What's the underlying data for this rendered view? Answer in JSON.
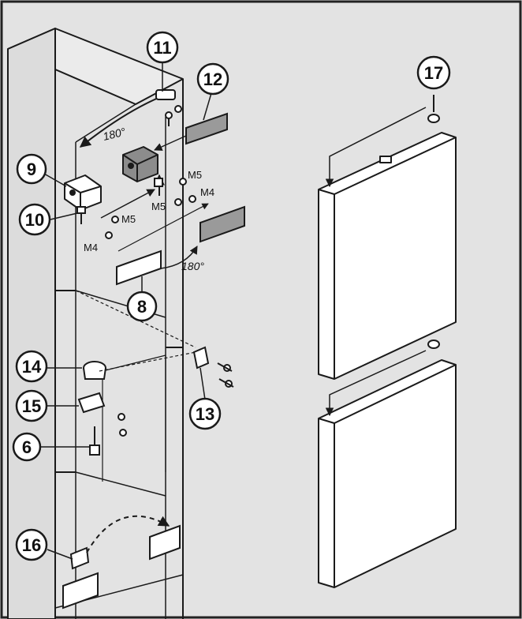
{
  "colors": {
    "background": "#e3e3e3",
    "frame": "#222222",
    "line": "#1a1a1a",
    "door_fill": "#ffffff",
    "part_fill": "#9a9a9a",
    "circle_fill": "#ffffff"
  },
  "callouts": {
    "n6": "6",
    "n8": "8",
    "n9": "9",
    "n10": "10",
    "n11": "11",
    "n12": "12",
    "n13": "13",
    "n14": "14",
    "n15": "15",
    "n16": "16",
    "n17": "17"
  },
  "screw_labels": {
    "m5_upper": "M5",
    "m4_upper": "M4",
    "m5_middle": "M5",
    "m5_left": "M5",
    "m4_left": "M4"
  },
  "angle_labels": {
    "top": "180°",
    "bottom": "180°"
  }
}
